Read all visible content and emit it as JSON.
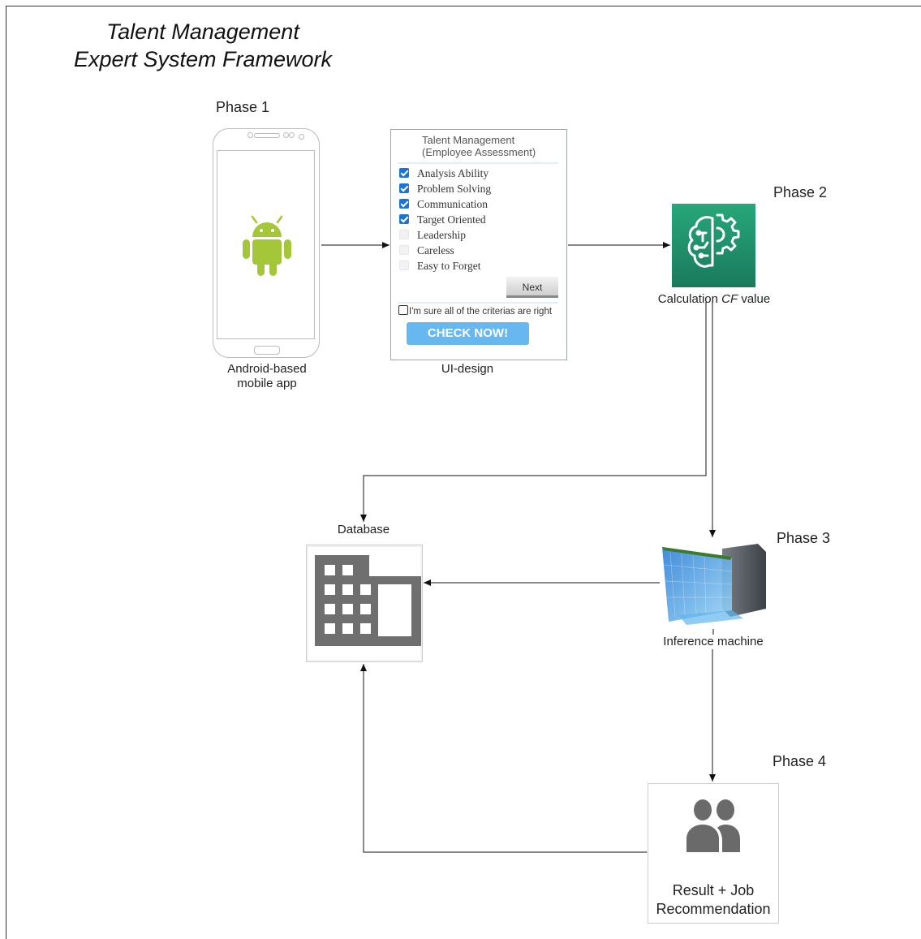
{
  "title": {
    "line1": "Talent Management",
    "line2": "Expert System Framework"
  },
  "phases": {
    "p1": "Phase 1",
    "p2": "Phase 2",
    "p3": "Phase 3",
    "p4": "Phase 4"
  },
  "mobile": {
    "label_line1": "Android-based",
    "label_line2": "mobile app",
    "icon": "android-icon"
  },
  "ui_design": {
    "caption": "UI-design",
    "header_line1": "Talent Management",
    "header_line2": "(Employee Assessment)",
    "criteria": [
      {
        "label": "Analysis Ability",
        "checked": true
      },
      {
        "label": "Problem Solving",
        "checked": true
      },
      {
        "label": "Communication",
        "checked": true
      },
      {
        "label": "Target Oriented",
        "checked": true
      },
      {
        "label": "Leadership",
        "checked": false
      },
      {
        "label": "Careless",
        "checked": false
      },
      {
        "label": "Easy to Forget",
        "checked": false
      }
    ],
    "next_label": "Next",
    "confirm_label": "I'm sure all of the criterias are right",
    "check_label": "CHECK NOW!"
  },
  "calculation": {
    "label_prefix": "Calculation ",
    "label_em": "CF",
    "label_suffix": " value",
    "icon": "machine-learning-icon"
  },
  "database": {
    "label": "Database",
    "icon": "database-building-icon"
  },
  "inference": {
    "label": "Inference machine",
    "icon": "computer-workstation-icon"
  },
  "result": {
    "label_line1": "Result + Job",
    "label_line2": "Recommendation",
    "icon": "users-icon"
  },
  "colors": {
    "android": "#a4c639",
    "ml_bg": "#1f8f6a",
    "check_btn": "#67b7f0",
    "checkbox": "#1a73d9",
    "db_icon": "#6f6f6f",
    "users_icon": "#6a6a6a"
  }
}
